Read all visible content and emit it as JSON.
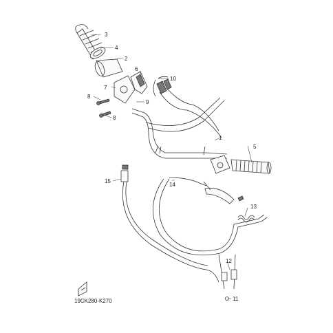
{
  "diagram_code": "19CK280-K270",
  "part_labels": {
    "p1": "1",
    "p2": "2",
    "p3": "3",
    "p4": "4",
    "p5": "5",
    "p6": "6",
    "p7": "7",
    "p8a": "8",
    "p8b": "8",
    "p9": "9",
    "p10": "10",
    "p11": "11",
    "p12": "12",
    "p13": "13",
    "p14": "14",
    "p15": "15"
  }
}
